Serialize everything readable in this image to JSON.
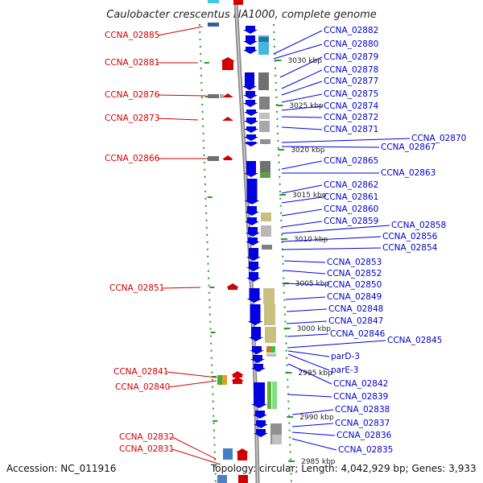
{
  "title": "Caulobacter crescentus NA1000, complete genome",
  "footer": {
    "accession": "Accession: NC_011916",
    "topology": "Topology: circular; Length: 4,042,929 bp; Genes: 3,933"
  },
  "ticks": [
    "3030 kbp",
    "3025 kbp",
    "3020 kbp",
    "3015 kbp",
    "3010 kbp",
    "3005 kbp",
    "3000 kbp",
    "2995 kbp",
    "2990 kbp",
    "2985 kbp"
  ],
  "left_labels": [
    "CCNA_02885",
    "CCNA_02881",
    "CCNA_02876",
    "CCNA_02873",
    "CCNA_02866",
    "CCNA_02851",
    "CCNA_02841",
    "CCNA_02840",
    "CCNA_02832",
    "CCNA_02831"
  ],
  "right_labels": [
    "CCNA_02882",
    "CCNA_02880",
    "CCNA_02879",
    "CCNA_02878",
    "CCNA_02877",
    "CCNA_02875",
    "CCNA_02874",
    "CCNA_02872",
    "CCNA_02871",
    "CCNA_02870",
    "CCNA_02867",
    "CCNA_02865",
    "CCNA_02863",
    "CCNA_02862",
    "CCNA_02861",
    "CCNA_02860",
    "CCNA_02859",
    "CCNA_02858",
    "CCNA_02856",
    "CCNA_02854",
    "CCNA_02853",
    "CCNA_02852",
    "CCNA_02850",
    "CCNA_02849",
    "CCNA_02848",
    "CCNA_02847",
    "CCNA_02846",
    "CCNA_02845",
    "parD-3",
    "parE-3",
    "CCNA_02842",
    "CCNA_02839",
    "CCNA_02838",
    "CCNA_02837",
    "CCNA_02836",
    "CCNA_02835"
  ],
  "colors": {
    "forward_strand_gene": "#d00000",
    "reverse_strand_gene": "#0000e0",
    "backbone": "#909090",
    "dotted_guide": "#2a9a2a"
  }
}
